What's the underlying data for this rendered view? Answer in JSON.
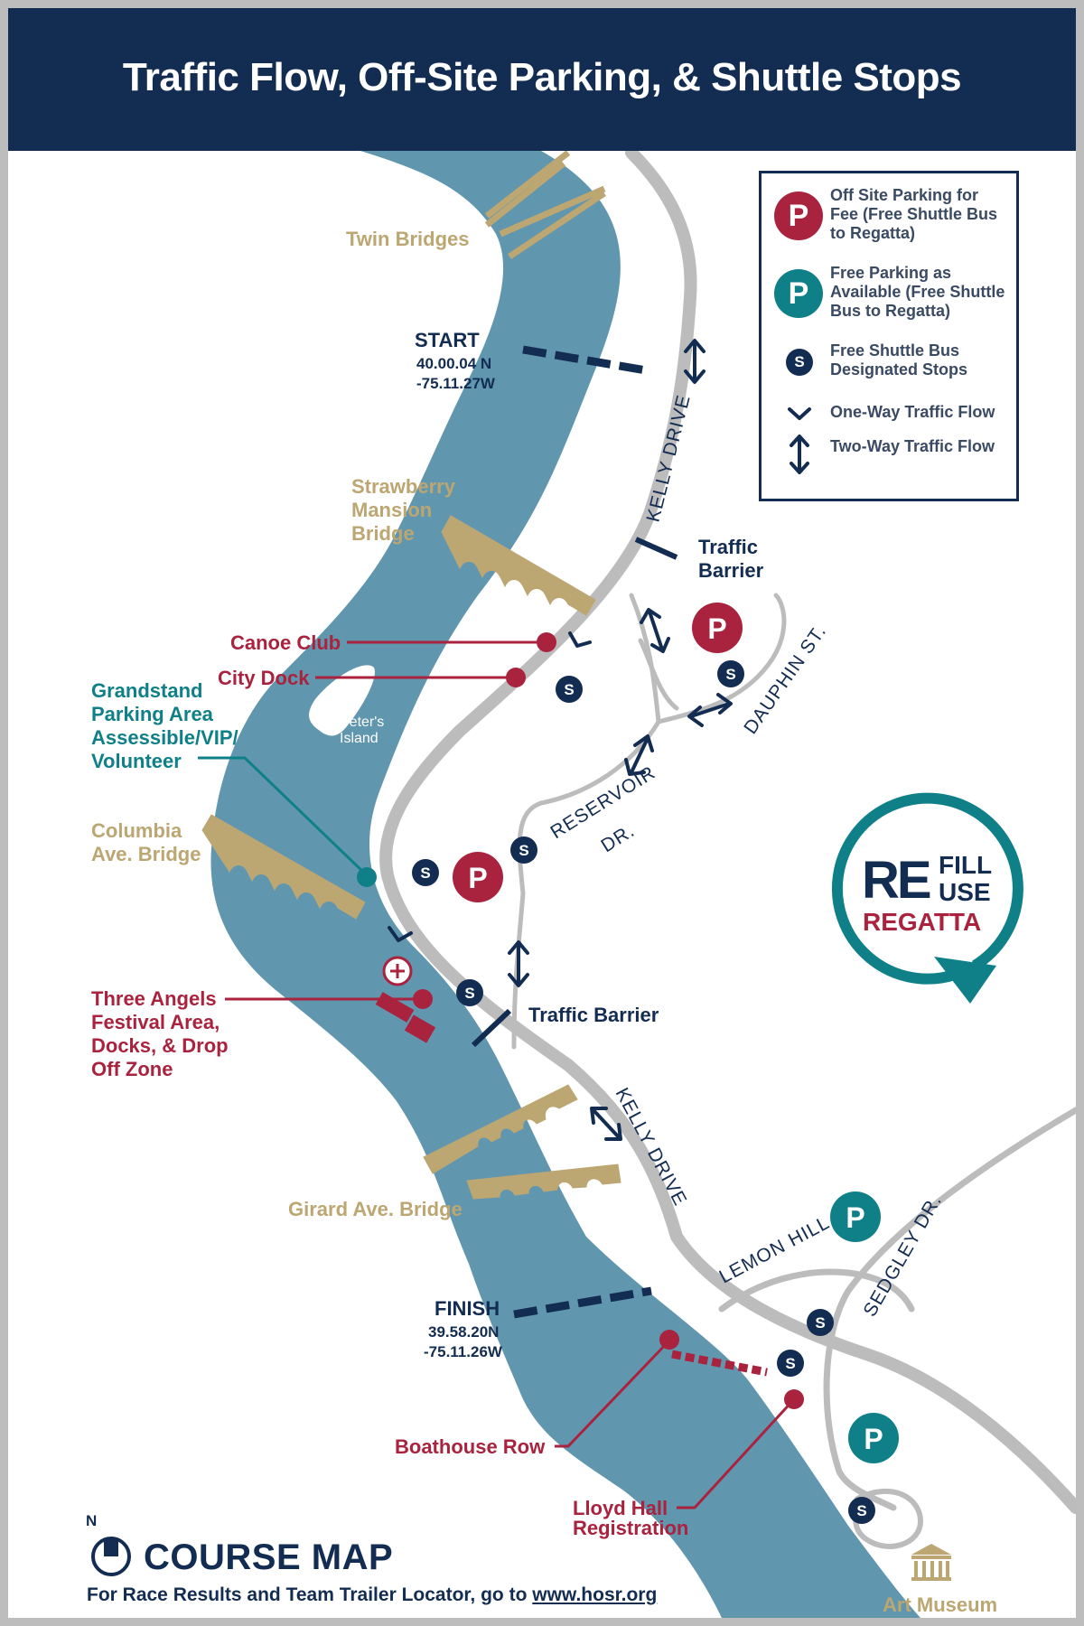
{
  "header": {
    "title": "Traffic Flow, Off-Site Parking, & Shuttle Stops"
  },
  "colors": {
    "navy": "#132c52",
    "river": "#6196af",
    "road": "#bcbcbc",
    "bridge": "#bca672",
    "maroon": "#a9233e",
    "teal": "#0f8088"
  },
  "legend": {
    "paid_parking_label": "Off Site Parking for Fee (Free Shuttle Bus to Regatta)",
    "paid_parking_lines": [
      "Off Site Parking for",
      "Fee (Free Shuttle Bus",
      "to Regatta)"
    ],
    "free_parking_lines": [
      "Free Parking as",
      "Available (Free Shuttle",
      "Bus to Regatta)"
    ],
    "shuttle_lines": [
      "Free Shuttle Bus",
      "Designated Stops"
    ],
    "one_way": "One-Way Traffic Flow",
    "two_way": "Two-Way Traffic Flow",
    "p_symbol": "P",
    "s_symbol": "S"
  },
  "labels": {
    "twin_bridges": "Twin Bridges",
    "start": "START",
    "start_coord1": "40.00.04 N",
    "start_coord2": "-75.11.27W",
    "kelly_drive": "KELLY DRIVE",
    "strawberry_1": "Strawberry",
    "strawberry_2": "Mansion",
    "strawberry_3": "Bridge",
    "traffic_barrier_1": "Traffic",
    "traffic_barrier_2": "Barrier",
    "canoe_club": "Canoe Club",
    "city_dock": "City Dock",
    "grandstand_1": "Grandstand",
    "grandstand_2": "Parking Area",
    "grandstand_3": "Assessible/VIP/",
    "grandstand_4": "Volunteer",
    "peters_1": "Peter's",
    "peters_2": "Island",
    "dauphin": "DAUPHIN ST.",
    "reservoir_1": "RESERVOIR",
    "reservoir_2": "DR.",
    "columbia_1": "Columbia",
    "columbia_2": "Ave. Bridge",
    "traffic_barrier_full": "Traffic Barrier",
    "three_angels_1": "Three Angels",
    "three_angels_2": "Festival Area,",
    "three_angels_3": "Docks, & Drop",
    "three_angels_4": "Off Zone",
    "kelly_drive_2": "KELLY DRIVE",
    "girard": "Girard Ave. Bridge",
    "lemon_hill": "LEMON HILL",
    "sedgley": "SEDGLEY DR.",
    "finish": "FINISH",
    "finish_coord1": "39.58.20N",
    "finish_coord2": "-75.11.26W",
    "boathouse_row": "Boathouse Row",
    "lloyd_1": "Lloyd Hall",
    "lloyd_2": "Registration",
    "art_museum": "Art Museum"
  },
  "logo": {
    "re": "RE",
    "fill": "FILL",
    "use": "USE",
    "regatta": "REGATTA"
  },
  "footer": {
    "north": "N",
    "title": "COURSE MAP",
    "note": "For Race Results and Team Trailer Locator, go to ",
    "link": "www.hosr.org"
  }
}
